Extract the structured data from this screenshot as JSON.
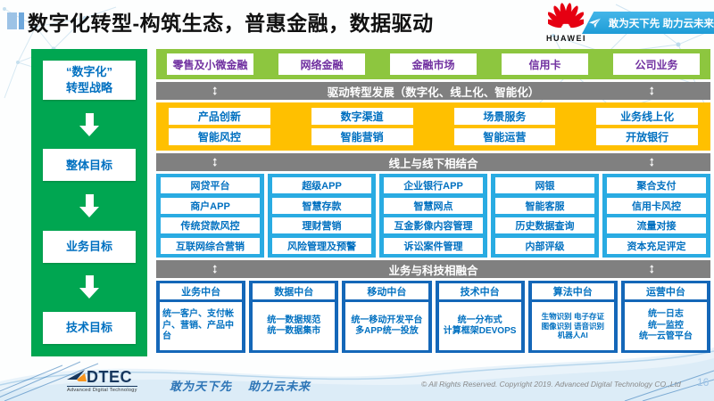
{
  "header": {
    "title": "数字化转型-构筑生态，普惠金融，数据驱动",
    "huawei_logo_text": "HUAWEI",
    "banner_slogan": "敢为天下先 助力云未来"
  },
  "sidebar": {
    "steps": [
      {
        "lines": [
          "“数字化”",
          "转型战略"
        ]
      },
      {
        "lines": [
          "整体目标"
        ]
      },
      {
        "lines": [
          "业务目标"
        ]
      },
      {
        "lines": [
          "技术目标"
        ]
      }
    ]
  },
  "main": {
    "business_row": {
      "items": [
        "零售及小微金融",
        "网络金融",
        "金融市场",
        "信用卡",
        "公司业务"
      ]
    },
    "bars": [
      "驱动转型发展（数字化、线上化、智能化）",
      "线上与线下相结合",
      "业务与科技相融合"
    ],
    "capability_rows": [
      [
        "产品创新",
        "数字渠道",
        "场景服务",
        "业务线上化"
      ],
      [
        "智能风控",
        "智能营销",
        "智能运营",
        "开放银行"
      ]
    ],
    "platform_columns": [
      [
        "网贷平台",
        "商户APP",
        "传统贷款风控",
        "互联网综合营销"
      ],
      [
        "超级APP",
        "智慧存款",
        "理财营销",
        "风险管理及预警"
      ],
      [
        "企业银行APP",
        "智慧网点",
        "互金影像内容管理",
        "诉讼案件管理"
      ],
      [
        "网银",
        "智能客服",
        "历史数据查询",
        "内部评级"
      ],
      [
        "聚合支付",
        "信用卡风控",
        "流量对接",
        "资本充足评定"
      ]
    ],
    "middle_platforms": [
      {
        "title": "业务中台",
        "lines": [
          "统一客户、支付帐户、营销、产品中台"
        ]
      },
      {
        "title": "数据中台",
        "lines": [
          "统一数据规范",
          "统一数据集市"
        ]
      },
      {
        "title": "移动中台",
        "lines": [
          "统一移动开发平台",
          "多APP统一投放"
        ]
      },
      {
        "title": "技术中台",
        "lines": [
          "统一分布式",
          "计算框架DEVOPS"
        ]
      },
      {
        "title": "算法中台",
        "lines": [
          "生物识别 电子存证",
          "图像识别 语音识别",
          "机器人AI"
        ]
      },
      {
        "title": "运营中台",
        "lines": [
          "统一日志",
          "统一监控",
          "统一云管平台"
        ]
      }
    ]
  },
  "footer": {
    "logo_text": "DTEC",
    "logo_sub": "Advanced Digital Technology",
    "slogan_part1": "敢为天下先",
    "slogan_part2": "助力云未来",
    "copyright": "© All Rights Reserved. Copyright 2019. Advanced Digital Technology CO.,Ltd",
    "page_number": "16"
  },
  "colors": {
    "sidebar_green": "#00A651",
    "row_green": "#8DC63F",
    "purple_text": "#7030A0",
    "gray_bar": "#808080",
    "yellow": "#FFC000",
    "blue_text": "#0070C0",
    "cyan_block": "#29ABE2",
    "dark_blue_block": "#1467B8",
    "banner_blue": "#1E9CD7",
    "huawei_red": "#E60012"
  }
}
